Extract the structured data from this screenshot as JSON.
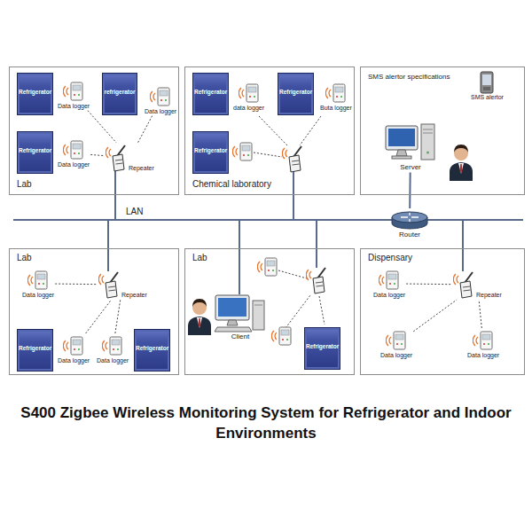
{
  "diagram": {
    "title": "S400 Zigbee Wireless Monitoring System for Refrigerator and Indoor Environments",
    "nodes": [
      {
        "text": [
          "Lab"
        ]
      },
      {
        "text": [
          "Refrigerator"
        ],
        "in": 0
      },
      {
        "text": [
          "Data logger"
        ],
        "in": 0
      },
      {
        "text": [
          "refrigerator"
        ],
        "in": 0
      },
      {
        "text": [
          "Data logger"
        ],
        "in": 0
      },
      {
        "text": [
          "Refrigerator"
        ],
        "in": 0
      },
      {
        "text": [
          "Data logger"
        ],
        "in": 0
      },
      {
        "text": [
          "Repeater"
        ],
        "in": 0
      },
      {
        "text": [
          "Chemical laboratory"
        ]
      },
      {
        "text": [
          "Refrigerator"
        ],
        "in": 8
      },
      {
        "text": [
          "data logger"
        ],
        "in": 8
      },
      {
        "text": [
          "Refrigerator"
        ],
        "in": 8
      },
      {
        "text": [
          "Buta logger"
        ],
        "in": 8
      },
      {
        "text": [
          "Refrigerator"
        ],
        "in": 8
      },
      {
        "text": [
          "SMS alertor specifications"
        ]
      },
      {
        "text": [
          "SMS alertor"
        ],
        "in": 14
      },
      {
        "text": [
          "Server"
        ],
        "in": 14
      },
      {
        "text": [
          "Router"
        ]
      },
      {
        "text": [
          "Lab"
        ]
      },
      {
        "text": [
          "Data logger"
        ],
        "in": 18
      },
      {
        "text": [
          "Repeater"
        ],
        "in": 18
      },
      {
        "text": [
          "Refrigerator"
        ],
        "in": 18
      },
      {
        "text": [
          "Data logger"
        ],
        "in": 18
      },
      {
        "text": [
          "Data logger"
        ],
        "in": 18
      },
      {
        "text": [
          "Refrigerator"
        ],
        "in": 18
      },
      {
        "text": [
          "Lab"
        ]
      },
      {
        "text": [
          "Client"
        ],
        "in": 25
      },
      {
        "text": [
          "Refrigerator"
        ],
        "in": 25
      },
      {
        "text": [
          "Dispensary"
        ]
      },
      {
        "text": [
          "Data logger"
        ],
        "in": 28
      },
      {
        "text": [
          "Repeater"
        ],
        "in": 28
      },
      {
        "text": [
          "Data logger"
        ],
        "in": 28
      },
      {
        "text": [
          "Data logger"
        ],
        "in": 28
      }
    ],
    "edges": [
      {
        "from": 2,
        "to": 7,
        "arrow": "none"
      },
      {
        "from": 4,
        "to": 7,
        "arrow": "none"
      },
      {
        "from": 6,
        "to": 7,
        "arrow": "none"
      },
      {
        "from": 16,
        "to": 17,
        "arrow": "none"
      },
      {
        "from": 19,
        "to": 20,
        "arrow": "none"
      },
      {
        "from": 22,
        "to": 20,
        "arrow": "none"
      },
      {
        "from": 23,
        "to": 20,
        "arrow": "none"
      },
      {
        "from": 29,
        "to": 30,
        "arrow": "none"
      },
      {
        "from": 31,
        "to": 30,
        "arrow": "none"
      },
      {
        "from": 32,
        "to": 30,
        "arrow": "none"
      }
    ],
    "labels": [
      "LAN"
    ]
  }
}
